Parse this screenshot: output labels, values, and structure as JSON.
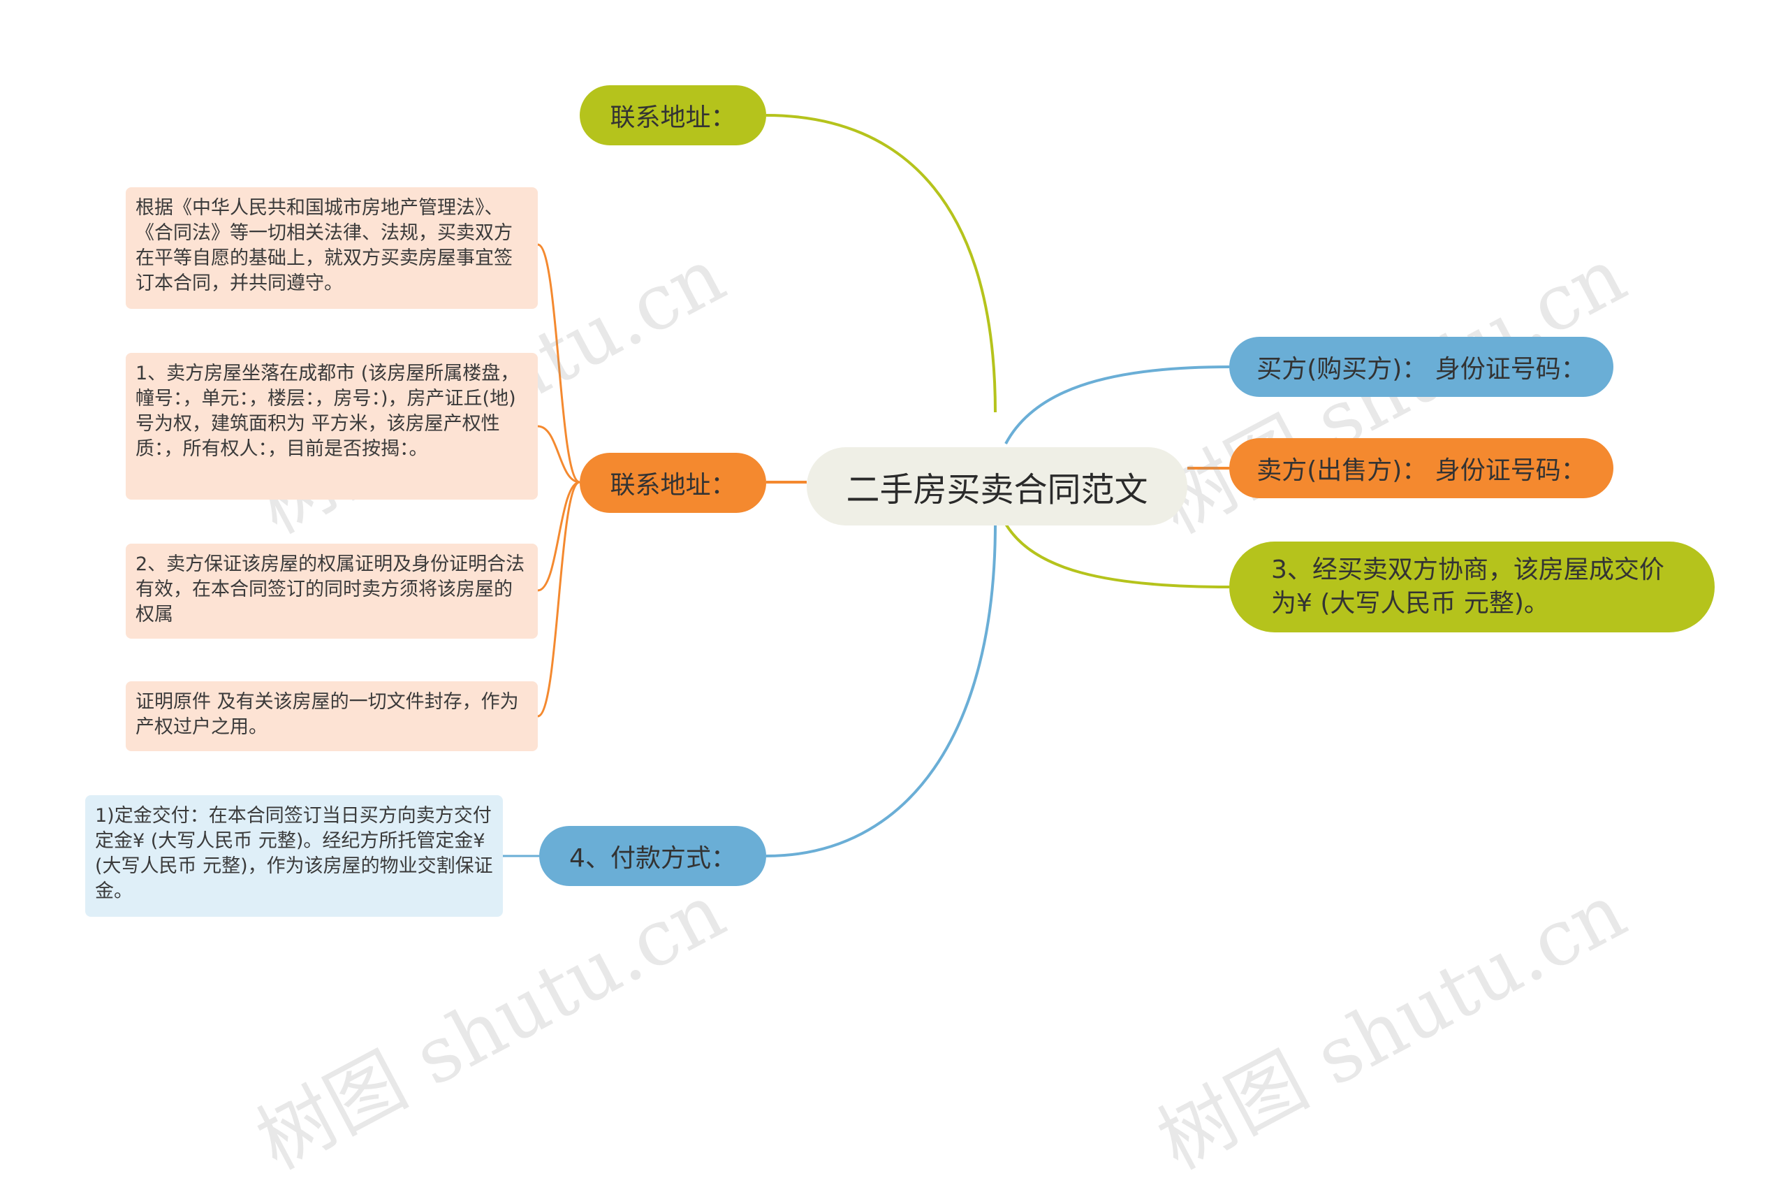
{
  "central": "二手房买卖合同范文",
  "left_top": "联系地址：",
  "left_mid": "联系地址：",
  "left_bottom": "4、付款方式：",
  "right": [
    "买方(购买方)：  身份证号码：",
    "卖方(出售方)：  身份证号码：",
    "3、经买卖双方协商，该房屋成交价为¥ (大写人民币 元整)。"
  ],
  "notes": [
    "根据《中华人民共和国城市房地产管理法》、《合同法》等一切相关法律、法规，买卖双方在平等自愿的基础上，就双方买卖房屋事宜签订本合同，并共同遵守。",
    "1、卖方房屋坐落在成都市 (该房屋所属楼盘，幢号：，单元：，楼层：，房号：)，房产证丘(地)号为权，建筑面积为 平方米，该房屋产权性质：，所有权人：，目前是否按揭：。",
    "2、卖方保证该房屋的权属证明及身份证明合法有效，在本合同签订的同时卖方须将该房屋的权属",
    "证明原件 及有关该房屋的一切文件封存，作为产权过户之用。"
  ],
  "payment_note": "1)定金交付：在本合同签订当日买方向卖方交付定金¥ (大写人民币 元整)。经纪方所托管定金¥ (大写人民币 元整)，作为该房屋的物业交割保证金。",
  "watermark": "树图 shutu.cn",
  "colors": {
    "olive": "#b5c31c",
    "blue": "#6aaed6",
    "orange": "#f4892f",
    "peach": "#fde3d4",
    "lightblue": "#dfeff8",
    "central": "#efefe6"
  }
}
